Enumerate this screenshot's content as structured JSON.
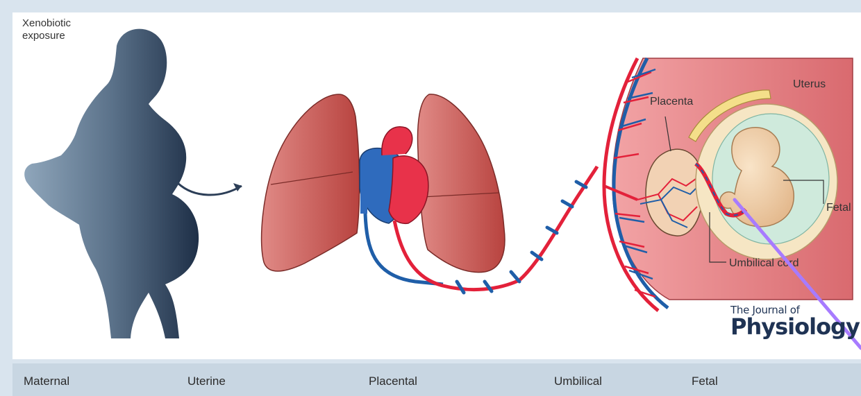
{
  "labels": {
    "xenobiotic_line1": "Xenobiotic",
    "xenobiotic_line2": "exposure",
    "uterus": "Uterus",
    "placenta": "Placenta",
    "fetal": "Fetal",
    "umbilical_cord": "Umbilical cord"
  },
  "journal": {
    "line1": "The Journal of",
    "line2": "Physiology"
  },
  "stages": [
    "Maternal",
    "Uterine",
    "Placental",
    "Umbilical",
    "Fetal"
  ],
  "colors": {
    "artery": "#e3213a",
    "vein": "#1f5ea8",
    "lung": "#c4534e",
    "uterus": "#e0767a",
    "silhouette": "#3f556b",
    "overlay_line": "#a77bff"
  }
}
